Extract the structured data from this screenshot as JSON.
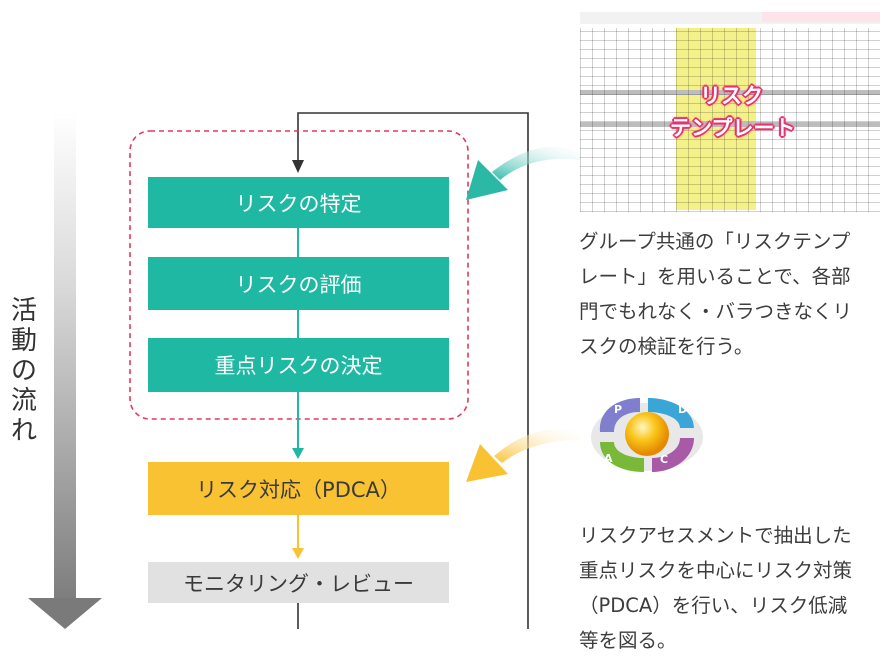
{
  "flow": {
    "axis_label": [
      "活",
      "動",
      "の",
      "流",
      "れ"
    ],
    "steps": [
      {
        "label": "リスクの特定"
      },
      {
        "label": "リスクの評価"
      },
      {
        "label": "重点リスクの決定"
      },
      {
        "label": "リスク対応（PDCA）"
      },
      {
        "label": "モニタリング・レビュー"
      }
    ]
  },
  "template": {
    "label_line1": "リスク",
    "label_line2": "テンプレート"
  },
  "template_description": [
    "グループ共通の「リスクテンプ",
    "レート」を用いることで、各部",
    "門でもれなく・バラつきなくリ",
    "スクの検証を行う。"
  ],
  "pdca_icon": {
    "letters": [
      "P",
      "D",
      "C",
      "A"
    ],
    "colors": {
      "plan": "#7f7fce",
      "do": "#3aa6d8",
      "check": "#a85aa6",
      "act": "#7ab83a",
      "center": "#f6a800"
    }
  },
  "pdca_description": [
    "リスクアセスメントで抽出した",
    "重点リスクを中心にリスク対策",
    "（PDCA）を行い、リスク低減",
    "等を図る。"
  ],
  "colors": {
    "teal": "#1fb8a2",
    "yellow": "#f9c233",
    "gray_box": "#e1e1e1",
    "dashed_border": "#e03a5f",
    "template_highlight": "#f4f08a"
  }
}
